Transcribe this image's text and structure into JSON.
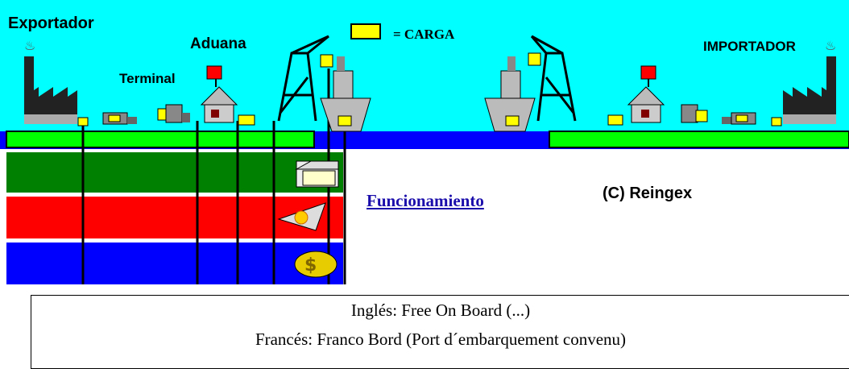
{
  "labels": {
    "exporter": "Exportador",
    "customs": "Aduana",
    "terminal": "Terminal",
    "importer": "IMPORTADOR",
    "cargo_legend": "= CARGA"
  },
  "link": "Funcionamiento",
  "copyright": "(C) Reingex",
  "definition": {
    "line1": "Inglés: Free On Board (...)",
    "line2": "Francés: Franco Bord (Port d´embarquement convenu)"
  },
  "colors": {
    "sky": "#00ffff",
    "land": "#00ff00",
    "water": "#0000ff",
    "stripe_green": "#008000",
    "stripe_red": "#ff0000",
    "stripe_blue": "#0000ff",
    "cargo": "#ffff00",
    "flag": "#ff0000"
  },
  "icons": [
    "folder-icon",
    "airplane-icon",
    "money-icon"
  ]
}
